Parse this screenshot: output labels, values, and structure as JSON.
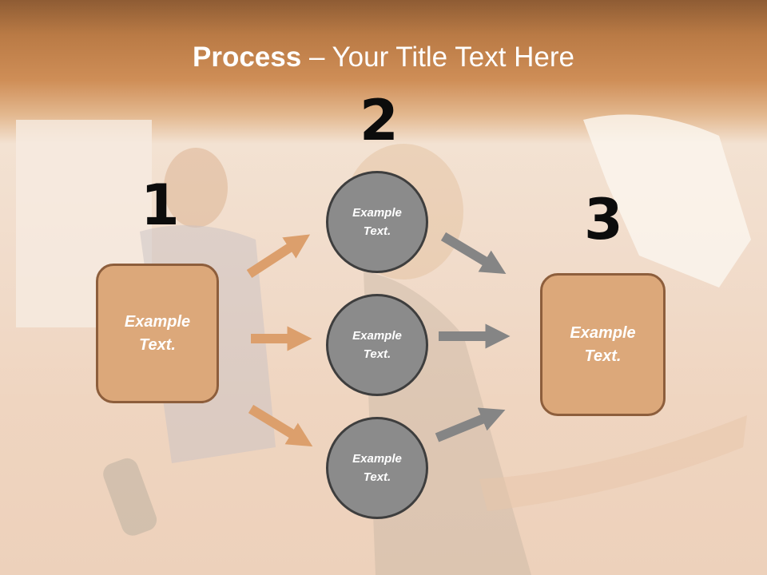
{
  "title": {
    "bold": "Process",
    "rest": " – Your Title Text Here"
  },
  "steps": {
    "one": "1",
    "two": "2",
    "three": "3"
  },
  "boxes": {
    "left": "Example\nText.",
    "right": "Example\nText."
  },
  "circles": {
    "top": "Example\nText.",
    "middle": "Example\nText.",
    "bottom": "Example\nText."
  },
  "colors": {
    "box_fill": "#dca87a",
    "box_border": "#8d5e3c",
    "circle_fill": "#8b8b8b",
    "circle_border": "#3e3e3e",
    "arrow_orange": "#dc9f6c",
    "arrow_gray": "#858585"
  }
}
